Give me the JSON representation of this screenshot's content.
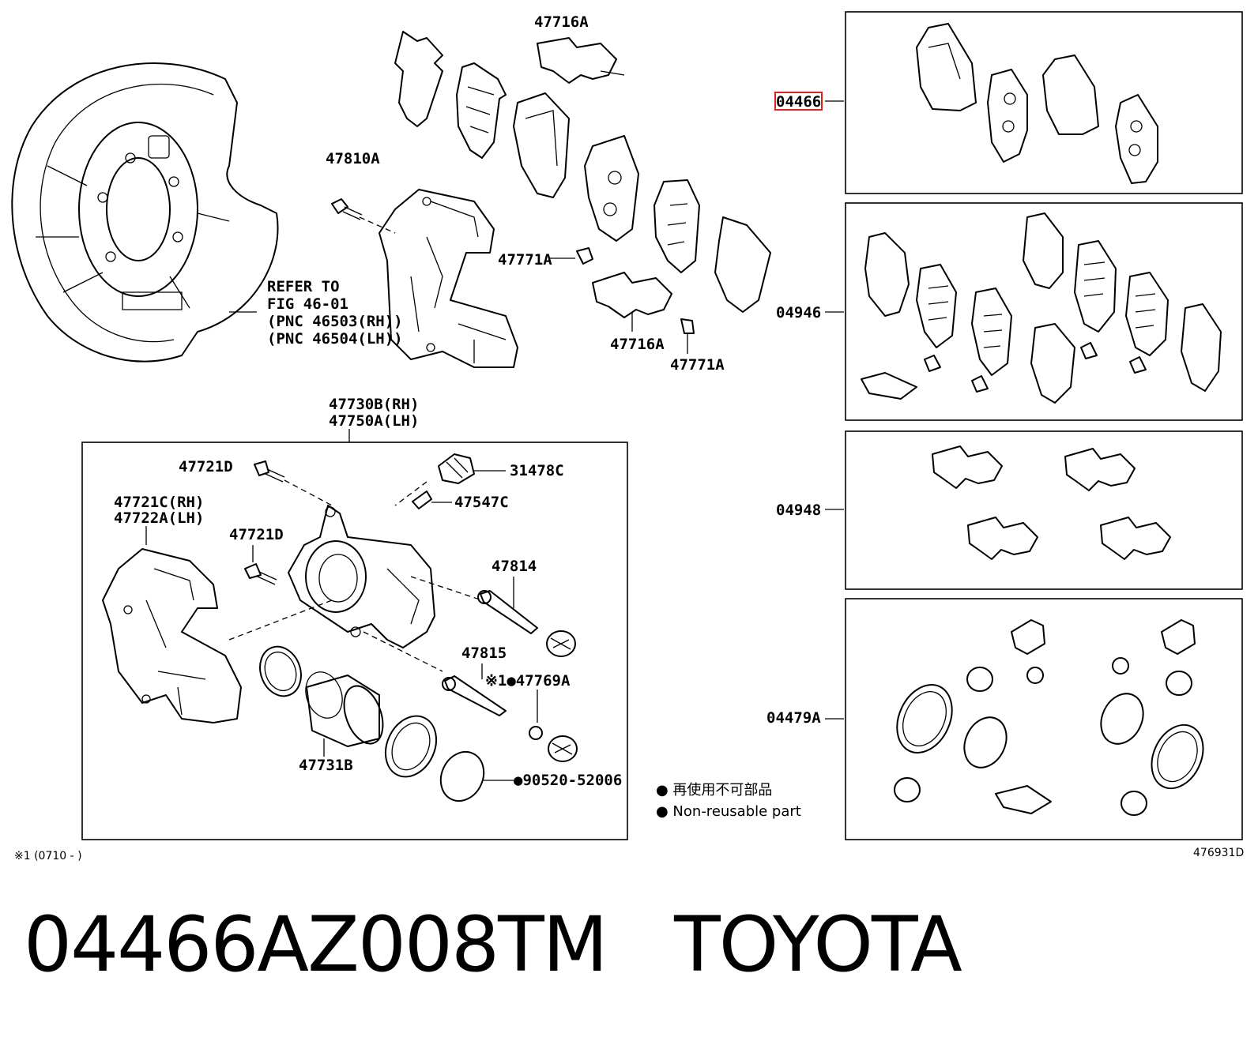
{
  "labels": {
    "l47716A_top": "47716A",
    "l47810A": "47810A",
    "l47771A_left": "47771A",
    "l47716A_mid": "47716A",
    "l47771A_right": "47771A",
    "refer_1": "REFER TO",
    "refer_2": "FIG 46-01",
    "refer_3": "(PNC 46503(RH))",
    "refer_4": "(PNC 46504(LH))",
    "l47730B": "47730B(RH)",
    "l47750A": "47750A(LH)",
    "l47721D_a": "47721D",
    "l31478C": "31478C",
    "l47721C": "47721C(RH)",
    "l47722A": "47722A(LH)",
    "l47547C": "47547C",
    "l47721D_b": "47721D",
    "l47814": "47814",
    "l47815": "47815",
    "l47769A": "※1●47769A",
    "l47731B": "47731B",
    "l90520": "●90520-52006",
    "k04466": "04466",
    "k04946": "04946",
    "k04948": "04948",
    "k04479A": "04479A"
  },
  "legend": {
    "jp": "● 再使用不可部品",
    "en": "● Non-reusable part"
  },
  "footnote": "※1 (0710 -         )",
  "figure_id": "476931D",
  "footer": {
    "part_number": "04466AZ008TM",
    "brand": "TOYOTA"
  },
  "colors": {
    "highlight": "#e0201d",
    "line": "#000000"
  }
}
